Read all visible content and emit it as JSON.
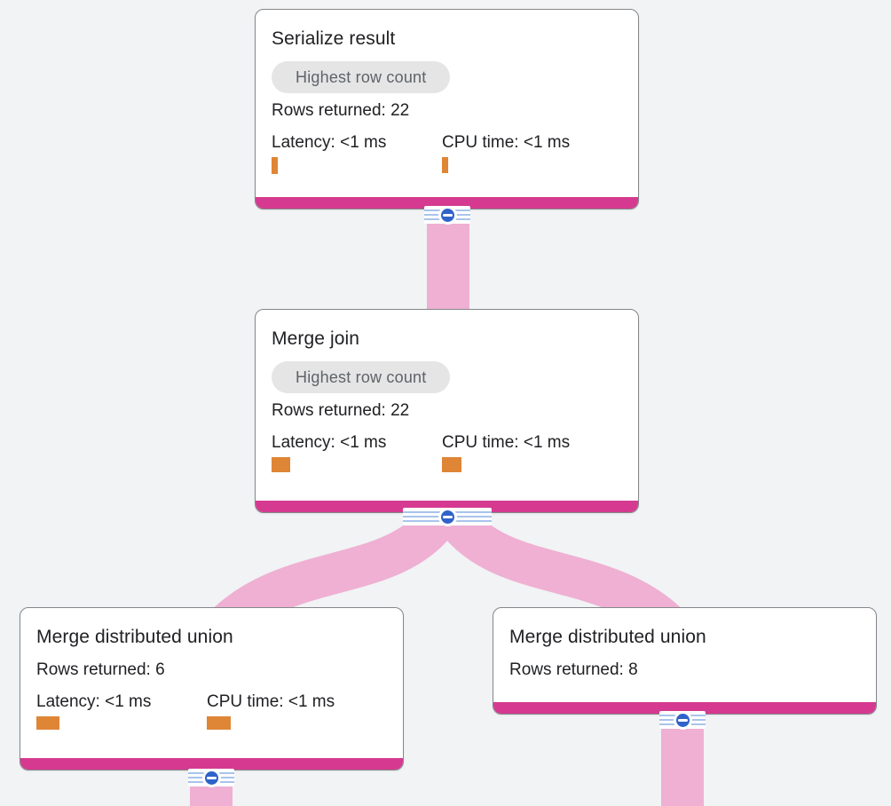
{
  "colors": {
    "background": "#f1f3f4",
    "card_bg": "#ffffff",
    "card_border": "#85878a",
    "title_text": "#202124",
    "body_text": "#202124",
    "badge_bg": "#e5e5e6",
    "badge_text": "#5f6368",
    "magenta": "#d53a90",
    "flow_pink": "#efb0d3",
    "orange": "#df8536",
    "node_blue": "#2f63c9",
    "stripe_blue": "#a9c3ec"
  },
  "nodes": [
    {
      "title": "Serialize result",
      "badge": "Highest row count",
      "rows": "Rows returned: 22",
      "metrics": [
        {
          "label": "Latency: <1 ms",
          "bar": {
            "w": 7,
            "h": 19
          }
        },
        {
          "label": "CPU time: <1 ms",
          "bar": {
            "w": 7,
            "h": 18
          }
        }
      ]
    },
    {
      "title": "Merge join",
      "badge": "Highest row count",
      "rows": "Rows returned: 22",
      "metrics": [
        {
          "label": "Latency: <1 ms",
          "bar": {
            "w": 21,
            "h": 17
          }
        },
        {
          "label": "CPU time: <1 ms",
          "bar": {
            "w": 22,
            "h": 17
          }
        }
      ]
    },
    {
      "title": "Merge distributed union",
      "rows": "Rows returned: 6",
      "metrics": [
        {
          "label": "Latency: <1 ms",
          "bar": {
            "w": 26,
            "h": 15
          }
        },
        {
          "label": "CPU time: <1 ms",
          "bar": {
            "w": 27,
            "h": 15
          }
        }
      ]
    },
    {
      "title": "Merge distributed union",
      "rows": "Rows returned: 8",
      "metrics": []
    }
  ],
  "edges": [
    {
      "from": "Serialize result",
      "to": "Merge join"
    },
    {
      "from": "Merge join",
      "to": "Merge distributed union (left)"
    },
    {
      "from": "Merge join",
      "to": "Merge distributed union (right)"
    },
    {
      "from": "Merge distributed union (left)",
      "to": "child below (off-screen)"
    },
    {
      "from": "Merge distributed union (right)",
      "to": "child below (off-screen)"
    }
  ],
  "icons": {
    "collapse": "minus-circle-icon"
  }
}
